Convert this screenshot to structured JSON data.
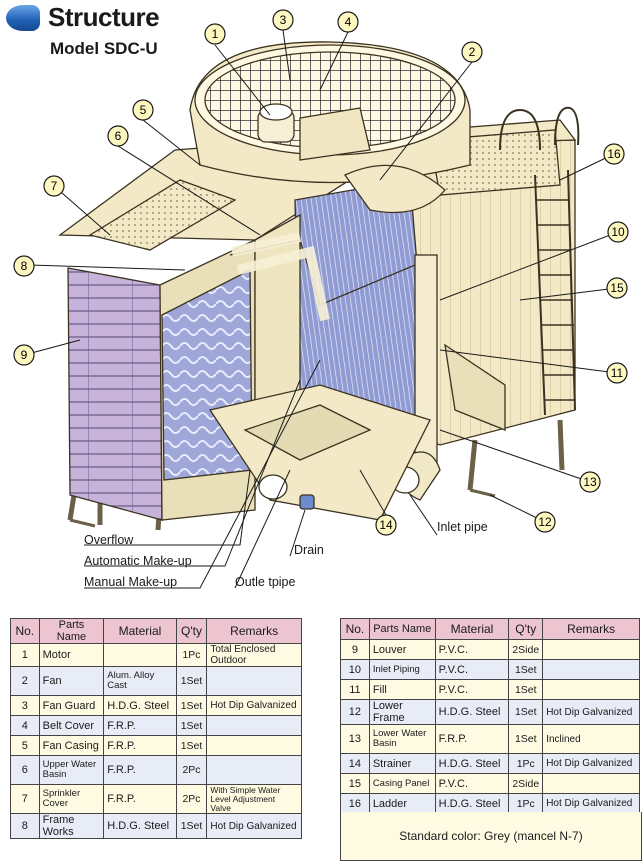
{
  "header": {
    "title": "Structure",
    "subtitle": "Model SDC-U"
  },
  "callouts": {
    "overflow": "Overflow",
    "auto_makeup": "Automatic Make-up",
    "manual_makeup": "Manual Make-up",
    "outle": "Outle tpipe",
    "drain": "Drain",
    "inlet": "Inlet pipe"
  },
  "numbers": [
    "1",
    "2",
    "3",
    "4",
    "5",
    "6",
    "7",
    "8",
    "9",
    "10",
    "11",
    "12",
    "13",
    "14",
    "15",
    "16"
  ],
  "table": {
    "headers": {
      "no": "No.",
      "part": "Parts Name",
      "material": "Material",
      "qty": "Q'ty",
      "remarks": "Remarks"
    },
    "left": [
      {
        "no": "1",
        "part": "Motor",
        "material": "",
        "qty": "1Pc",
        "remarks": "Total Enclosed Outdoor"
      },
      {
        "no": "2",
        "part": "Fan",
        "material": "Alum. Alloy Cast",
        "qty": "1Set",
        "remarks": ""
      },
      {
        "no": "3",
        "part": "Fan Guard",
        "material": "H.D.G. Steel",
        "qty": "1Set",
        "remarks": "Hot Dip Galvanized"
      },
      {
        "no": "4",
        "part": "Belt Cover",
        "material": "F.R.P.",
        "qty": "1Set",
        "remarks": ""
      },
      {
        "no": "5",
        "part": "Fan Casing",
        "material": "F.R.P.",
        "qty": "1Set",
        "remarks": ""
      },
      {
        "no": "6",
        "part": "Upper Water Basin",
        "material": "F.R.P.",
        "qty": "2Pc",
        "remarks": ""
      },
      {
        "no": "7",
        "part": "Sprinkler Cover",
        "material": "F.R.P.",
        "qty": "2Pc",
        "remarks": "With Simple Water Level Adjustment Valve"
      },
      {
        "no": "8",
        "part": "Frame Works",
        "material": "H.D.G. Steel",
        "qty": "1Set",
        "remarks": "Hot Dip Galvanized"
      }
    ],
    "right": [
      {
        "no": "9",
        "part": "Louver",
        "material": "P.V.C.",
        "qty": "2Side",
        "remarks": ""
      },
      {
        "no": "10",
        "part": "Inlet Piping",
        "material": "P.V.C.",
        "qty": "1Set",
        "remarks": ""
      },
      {
        "no": "11",
        "part": "Fill",
        "material": "P.V.C.",
        "qty": "1Set",
        "remarks": ""
      },
      {
        "no": "12",
        "part": "Lower Frame",
        "material": "H.D.G. Steel",
        "qty": "1Set",
        "remarks": "Hot Dip Galvanized"
      },
      {
        "no": "13",
        "part": "Lower Water Basin",
        "material": "F.R.P.",
        "qty": "1Set",
        "remarks": "Inclined"
      },
      {
        "no": "14",
        "part": "Strainer",
        "material": "H.D.G. Steel",
        "qty": "1Pc",
        "remarks": "Hot Dip Galvanized"
      },
      {
        "no": "15",
        "part": "Casing Panel",
        "material": "P.V.C.",
        "qty": "2Side",
        "remarks": ""
      },
      {
        "no": "16",
        "part": "Ladder",
        "material": "H.D.G. Steel",
        "qty": "1Pc",
        "remarks": "Hot Dip Galvanized"
      }
    ],
    "note": "Standard color: Grey (mancel N-7)"
  },
  "colors": {
    "body": "#f3e9c6",
    "louver": "#c7b3d9",
    "fill": "#9fa6d8",
    "header_row": "#ecc5d0",
    "alt_row": "#e7ecf6",
    "norm_row": "#fffbe3"
  }
}
